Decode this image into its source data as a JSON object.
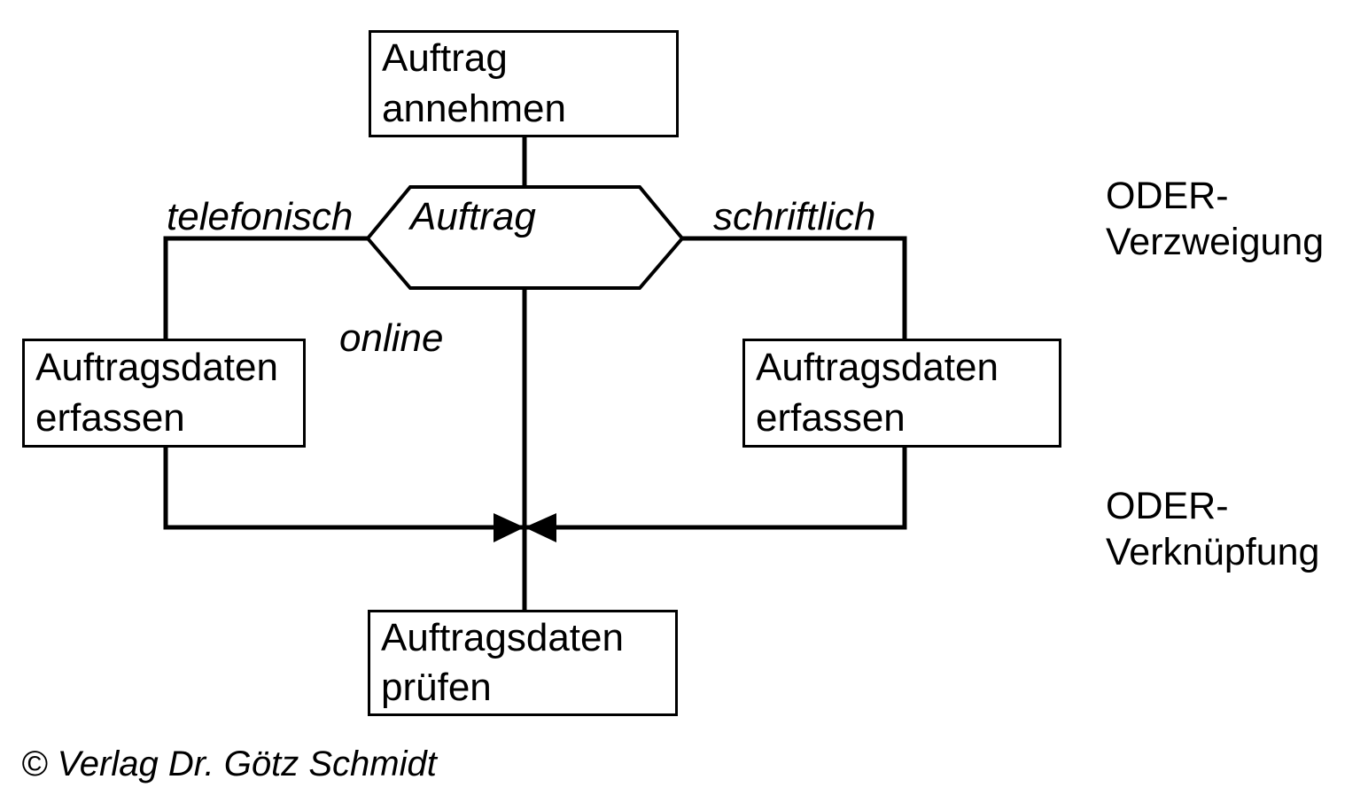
{
  "diagram": {
    "type": "event-driven-process-chain",
    "nodes": {
      "start_function": {
        "line1": "Auftrag",
        "line2": "annehmen"
      },
      "decision_event": {
        "label": "Auftrag"
      },
      "left_function": {
        "line1": "Auftragsdaten",
        "line2": "erfassen"
      },
      "right_function": {
        "line1": "Auftragsdaten",
        "line2": "erfassen"
      },
      "end_function": {
        "line1": "Auftragsdaten",
        "line2": "prüfen"
      }
    },
    "edge_labels": {
      "left_branch": "telefonisch",
      "middle_branch": "online",
      "right_branch": "schriftlich"
    },
    "annotations": {
      "split": {
        "line1": "ODER-",
        "line2": "Verzweigung"
      },
      "join": {
        "line1": "ODER-",
        "line2": "Verknüpfung"
      }
    },
    "copyright": "© Verlag Dr. Götz Schmidt",
    "colors": {
      "stroke": "#000000",
      "fill": "#ffffff",
      "text": "#000000"
    }
  }
}
